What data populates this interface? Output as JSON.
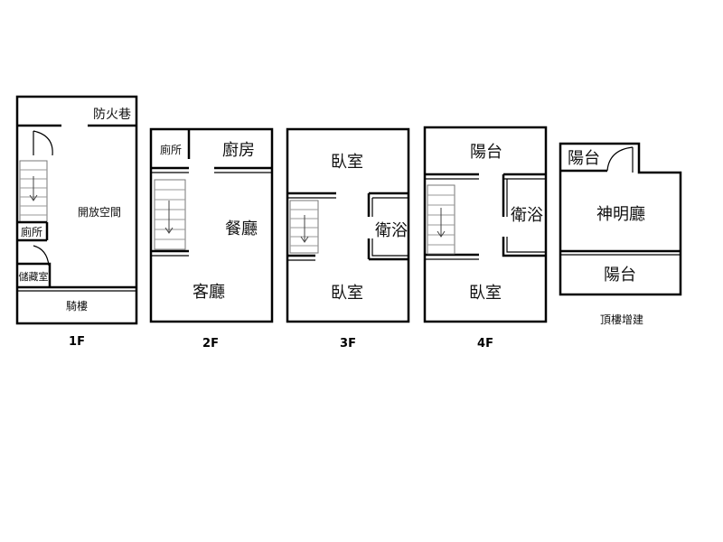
{
  "floors": [
    {
      "label": "1F",
      "rooms": {
        "fire_lane": "防火巷",
        "open_space": "開放空間",
        "toilet": "廁所",
        "storage": "儲藏室",
        "arcade": "騎樓"
      }
    },
    {
      "label": "2F",
      "rooms": {
        "toilet": "廁所",
        "kitchen": "廚房",
        "dining": "餐廳",
        "living": "客廳"
      }
    },
    {
      "label": "3F",
      "rooms": {
        "bedroom_top": "臥室",
        "bathroom": "衛浴",
        "bedroom_bottom": "臥室"
      }
    },
    {
      "label": "4F",
      "rooms": {
        "balcony": "陽台",
        "bathroom": "衛浴",
        "bedroom": "臥室"
      }
    },
    {
      "label": "頂樓增建",
      "rooms": {
        "balcony_top": "陽台",
        "shrine_hall": "神明廳",
        "balcony_bottom": "陽台"
      }
    }
  ]
}
